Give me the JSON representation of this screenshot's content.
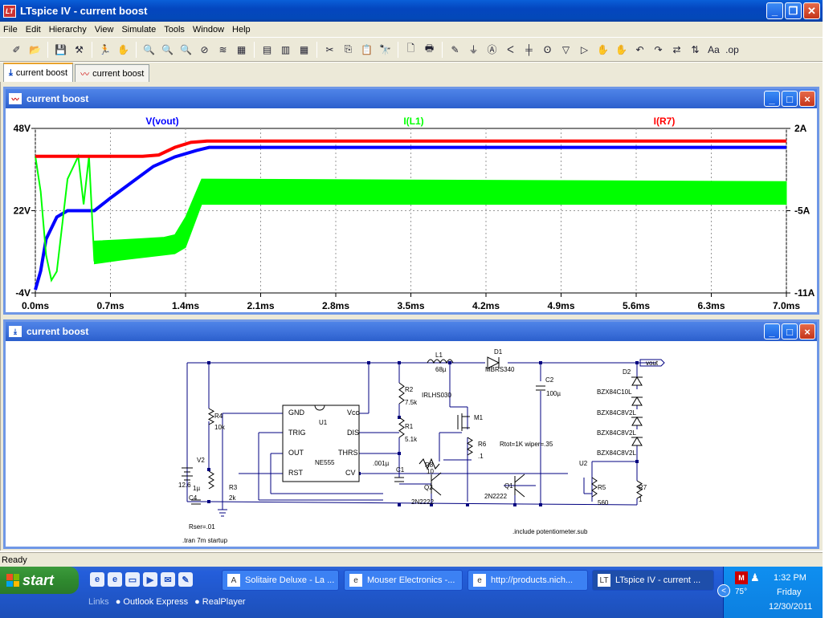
{
  "app": {
    "title": "LTspice IV - current boost",
    "icon": "ltspice-logo-icon",
    "icon_label": "LT"
  },
  "menu": [
    "File",
    "Edit",
    "Hierarchy",
    "View",
    "Simulate",
    "Tools",
    "Window",
    "Help"
  ],
  "toolbar_icons": [
    "new-schematic-icon",
    "open-icon",
    "save-icon",
    "control-panel-icon",
    "run-icon",
    "halt-icon",
    "zoom-in-icon",
    "zoom-out-icon",
    "zoom-fit-icon",
    "cancel-zoom-icon",
    "autorange-icon",
    "grid-icon",
    "tile-horizontal-icon",
    "cascade-icon",
    "tile-vertical-icon",
    "cut-icon",
    "copy-icon",
    "paste-icon",
    "find-icon",
    "print-preview-icon",
    "print-icon",
    "wire-icon",
    "ground-icon",
    "label-net-icon",
    "resistor-icon",
    "capacitor-icon",
    "inductor-icon",
    "diode-icon",
    "component-icon",
    "move-icon",
    "drag-icon",
    "undo-icon",
    "redo-icon",
    "rotate-icon",
    "mirror-icon",
    "text-icon",
    "spice-directive-icon"
  ],
  "toolbar_glyphs": [
    "✐",
    "📂",
    "💾",
    "⚒",
    "🏃",
    "✋",
    "🔍",
    "🔍",
    "🔍",
    "⊘",
    "≋",
    "▦",
    "▤",
    "▥",
    "▦",
    "✂",
    "⎘",
    "📋",
    "🔭",
    "🗋",
    "🖶",
    "✎",
    "⏚",
    "Ⓐ",
    "ᐸ",
    "╪",
    "ʘ",
    "▽",
    "▷",
    "✋",
    "✋",
    "↶",
    "↷",
    "⇄",
    "⇅",
    "Aa",
    ".op"
  ],
  "tabs": [
    {
      "label": "current boost",
      "icon": "schematic-icon"
    },
    {
      "label": "current boost",
      "icon": "waveform-icon"
    }
  ],
  "waveform_window": {
    "title": "current boost",
    "controls": [
      "_",
      "□",
      "×"
    ]
  },
  "schematic_window": {
    "title": "current boost",
    "controls": [
      "_",
      "□",
      "×"
    ]
  },
  "chart_data": {
    "type": "line",
    "x_ticks": [
      "0.0ms",
      "0.7ms",
      "1.4ms",
      "2.1ms",
      "2.8ms",
      "3.5ms",
      "4.2ms",
      "4.9ms",
      "5.6ms",
      "6.3ms",
      "7.0ms"
    ],
    "xlim": [
      0,
      7.0
    ],
    "left_axis": {
      "ticks": [
        "48V",
        "22V",
        "-4V"
      ],
      "range": [
        -4,
        48
      ]
    },
    "right_axis": {
      "ticks": [
        "2A",
        "-5A",
        "-11A"
      ],
      "range": [
        -11,
        2
      ]
    },
    "grid": true,
    "series": [
      {
        "name": "V(vout)",
        "color": "#0000ff",
        "axis": "left",
        "x": [
          0,
          0.05,
          0.1,
          0.2,
          0.3,
          0.42,
          0.55,
          0.7,
          0.9,
          1.1,
          1.3,
          1.5,
          1.62,
          1.8,
          7.0
        ],
        "y": [
          -3,
          3,
          13,
          20,
          22,
          22,
          22,
          26,
          31,
          36,
          39,
          41,
          42,
          42,
          42
        ]
      },
      {
        "name": "I(L1)",
        "color": "#00ff00",
        "axis": "right",
        "x": [
          0,
          0.05,
          0.1,
          0.15,
          0.2,
          0.3,
          0.4,
          0.45,
          0.5,
          0.55,
          0.6,
          0.8,
          1.0,
          1.2,
          1.3,
          1.4,
          1.55,
          1.7,
          7.0
        ],
        "y": [
          -0.2,
          -3,
          -8,
          -10,
          -9.3,
          -2,
          -0.2,
          -4,
          -0.2,
          -8.5,
          -7.5,
          -7.3,
          -7.2,
          -7,
          -6.8,
          -6.2,
          -2.8,
          -3,
          -3
        ],
        "envelope": {
          "x": [
            0.55,
            0.8,
            1.0,
            1.2,
            1.3,
            1.4,
            1.55,
            7.0
          ],
          "lo": [
            -8.7,
            -8.4,
            -8.2,
            -8.0,
            -7.9,
            -7.4,
            -4.0,
            -4.0
          ],
          "hi": [
            -6.9,
            -6.8,
            -6.7,
            -6.6,
            -6.4,
            -5.0,
            -2.0,
            -2.2
          ]
        }
      },
      {
        "name": "I(R7)",
        "color": "#ff0000",
        "axis": "right",
        "x": [
          0,
          0.9,
          1.0,
          1.15,
          1.3,
          1.45,
          1.6,
          7.0
        ],
        "y": [
          -0.2,
          -0.2,
          -0.2,
          -0.1,
          0.5,
          0.9,
          1.0,
          1.0
        ]
      }
    ]
  },
  "schematic": {
    "labels": [
      {
        "t": "L1",
        "role": "label"
      },
      {
        "t": "68µ",
        "role": "value"
      },
      {
        "t": "D1",
        "role": "label"
      },
      {
        "t": "MBRS340",
        "role": "value"
      },
      {
        "t": "vout",
        "role": "net"
      },
      {
        "t": "C2",
        "role": "label"
      },
      {
        "t": "100µ",
        "role": "value"
      },
      {
        "t": "D2",
        "role": "label"
      },
      {
        "t": "BZX84C10L",
        "role": "value"
      },
      {
        "t": "BZX84C8V2L",
        "role": "value"
      },
      {
        "t": "BZX84C8V2L",
        "role": "value"
      },
      {
        "t": "BZX84C8V2L",
        "role": "value"
      },
      {
        "t": "R2",
        "role": "label"
      },
      {
        "t": "7.5k",
        "role": "value"
      },
      {
        "t": "IRLHS030",
        "role": "value"
      },
      {
        "t": "M1",
        "role": "label"
      },
      {
        "t": "R1",
        "role": "label"
      },
      {
        "t": "5.1k",
        "role": "value"
      },
      {
        "t": "C1",
        "role": "label"
      },
      {
        "t": ".001µ",
        "role": "value"
      },
      {
        "t": "R6",
        "role": "label"
      },
      {
        "t": ".1",
        "role": "value"
      },
      {
        "t": "R8",
        "role": "label"
      },
      {
        "t": "10",
        "role": "value"
      },
      {
        "t": "Q2",
        "role": "label"
      },
      {
        "t": "2N2222",
        "role": "value"
      },
      {
        "t": "Q1",
        "role": "label"
      },
      {
        "t": "2N2222",
        "role": "value"
      },
      {
        "t": "Rtot=1K wiper=.35",
        "role": "param"
      },
      {
        "t": "U2",
        "role": "label"
      },
      {
        "t": "R5",
        "role": "label"
      },
      {
        "t": "560",
        "role": "value"
      },
      {
        "t": "R7",
        "role": "label"
      },
      {
        "t": "1",
        "role": "value"
      },
      {
        "t": "R4",
        "role": "label"
      },
      {
        "t": "10k",
        "role": "value"
      },
      {
        "t": "V2",
        "role": "label"
      },
      {
        "t": "12.6",
        "role": "value"
      },
      {
        "t": "R3",
        "role": "label"
      },
      {
        "t": "2k",
        "role": "value"
      },
      {
        "t": "C4",
        "role": "label"
      },
      {
        "t": "1µ",
        "role": "value"
      },
      {
        "t": "Rser=.01",
        "role": "param"
      },
      {
        "t": "U1",
        "role": "label"
      },
      {
        "t": "NE555",
        "role": "value"
      },
      {
        "t": "GND",
        "role": "pin"
      },
      {
        "t": "Vcc",
        "role": "pin"
      },
      {
        "t": "TRIG",
        "role": "pin"
      },
      {
        "t": "DIS",
        "role": "pin"
      },
      {
        "t": "OUT",
        "role": "pin"
      },
      {
        "t": "THRS",
        "role": "pin"
      },
      {
        "t": "RST",
        "role": "pin"
      },
      {
        "t": "CV",
        "role": "pin"
      },
      {
        "t": ".include potentiometer.sub",
        "role": "directive"
      },
      {
        "t": ".tran 7m startup",
        "role": "directive"
      }
    ]
  },
  "status": {
    "text": "Ready"
  },
  "taskbar": {
    "start_label": "start",
    "quick_launch": [
      {
        "icon": "internet-explorer-icon",
        "glyph": "e"
      },
      {
        "icon": "browser-icon",
        "glyph": "e"
      },
      {
        "icon": "folder-icon",
        "glyph": "▭"
      },
      {
        "icon": "media-icon",
        "glyph": "▶"
      },
      {
        "icon": "mail-icon",
        "glyph": "✉"
      },
      {
        "icon": "paint-icon",
        "glyph": "✎"
      }
    ],
    "tasks": [
      {
        "label": "Solitaire Deluxe - La ...",
        "icon": "solitaire-icon",
        "glyph": "A",
        "active": false
      },
      {
        "label": "Mouser Electronics -...",
        "icon": "ie-icon",
        "glyph": "e",
        "active": false
      },
      {
        "label": "http://products.nich...",
        "icon": "ie-icon",
        "glyph": "e",
        "active": false
      },
      {
        "label": "LTspice IV - current ...",
        "icon": "ltspice-icon",
        "glyph": "LT",
        "active": true
      }
    ],
    "links": [
      {
        "label": "Links",
        "icon": ""
      },
      {
        "label": "Outlook Express",
        "icon": "outlook-icon"
      },
      {
        "label": "RealPlayer",
        "icon": "realplayer-icon"
      }
    ],
    "tray": {
      "expand_glyph": "<",
      "temperature": "75°",
      "time": "1:32 PM",
      "day": "Friday",
      "date": "12/30/2011"
    }
  }
}
